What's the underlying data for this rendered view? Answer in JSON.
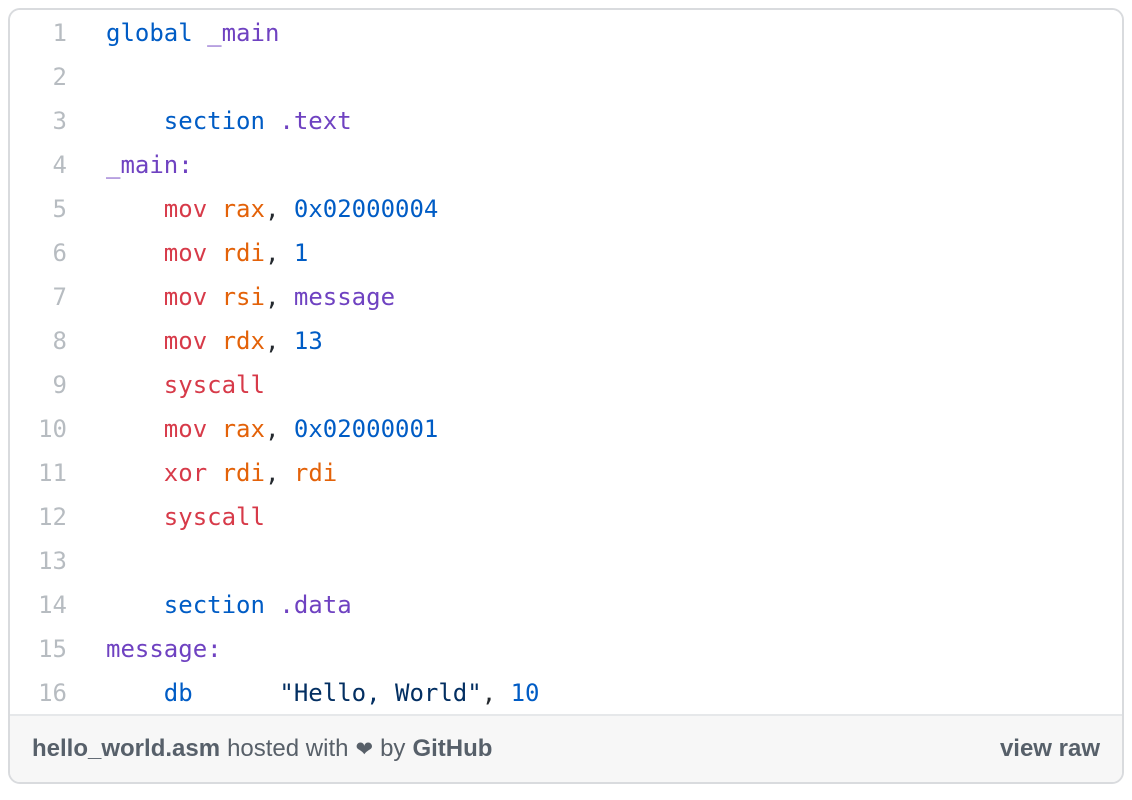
{
  "colors": {
    "keyword_blue": "#005cc5",
    "label_purple": "#6f42c1",
    "instruction_red": "#d73a49",
    "register_orange": "#e36209",
    "string_navy": "#032f62",
    "plain_text": "#24292e",
    "line_number_gray": "#b7bcc1",
    "footer_bg": "#f7f7f7",
    "footer_text": "#586069",
    "footer_link": "#57606a"
  },
  "code": {
    "lines": [
      {
        "number": "1",
        "segments": [
          {
            "text": "global",
            "style": "blue"
          },
          {
            "text": " ",
            "style": "plain"
          },
          {
            "text": "_main",
            "style": "purple"
          }
        ]
      },
      {
        "number": "2",
        "segments": []
      },
      {
        "number": "3",
        "segments": [
          {
            "text": "    ",
            "style": "plain"
          },
          {
            "text": "section",
            "style": "blue"
          },
          {
            "text": " ",
            "style": "plain"
          },
          {
            "text": ".text",
            "style": "purple"
          }
        ]
      },
      {
        "number": "4",
        "segments": [
          {
            "text": "_main:",
            "style": "purple"
          }
        ]
      },
      {
        "number": "5",
        "segments": [
          {
            "text": "    ",
            "style": "plain"
          },
          {
            "text": "mov",
            "style": "red"
          },
          {
            "text": " ",
            "style": "plain"
          },
          {
            "text": "rax",
            "style": "orange"
          },
          {
            "text": ", ",
            "style": "plain"
          },
          {
            "text": "0x02000004",
            "style": "blue"
          }
        ]
      },
      {
        "number": "6",
        "segments": [
          {
            "text": "    ",
            "style": "plain"
          },
          {
            "text": "mov",
            "style": "red"
          },
          {
            "text": " ",
            "style": "plain"
          },
          {
            "text": "rdi",
            "style": "orange"
          },
          {
            "text": ", ",
            "style": "plain"
          },
          {
            "text": "1",
            "style": "blue"
          }
        ]
      },
      {
        "number": "7",
        "segments": [
          {
            "text": "    ",
            "style": "plain"
          },
          {
            "text": "mov",
            "style": "red"
          },
          {
            "text": " ",
            "style": "plain"
          },
          {
            "text": "rsi",
            "style": "orange"
          },
          {
            "text": ", ",
            "style": "plain"
          },
          {
            "text": "message",
            "style": "purple"
          }
        ]
      },
      {
        "number": "8",
        "segments": [
          {
            "text": "    ",
            "style": "plain"
          },
          {
            "text": "mov",
            "style": "red"
          },
          {
            "text": " ",
            "style": "plain"
          },
          {
            "text": "rdx",
            "style": "orange"
          },
          {
            "text": ", ",
            "style": "plain"
          },
          {
            "text": "13",
            "style": "blue"
          }
        ]
      },
      {
        "number": "9",
        "segments": [
          {
            "text": "    ",
            "style": "plain"
          },
          {
            "text": "syscall",
            "style": "red"
          }
        ]
      },
      {
        "number": "10",
        "segments": [
          {
            "text": "    ",
            "style": "plain"
          },
          {
            "text": "mov",
            "style": "red"
          },
          {
            "text": " ",
            "style": "plain"
          },
          {
            "text": "rax",
            "style": "orange"
          },
          {
            "text": ", ",
            "style": "plain"
          },
          {
            "text": "0x02000001",
            "style": "blue"
          }
        ]
      },
      {
        "number": "11",
        "segments": [
          {
            "text": "    ",
            "style": "plain"
          },
          {
            "text": "xor",
            "style": "red"
          },
          {
            "text": " ",
            "style": "plain"
          },
          {
            "text": "rdi",
            "style": "orange"
          },
          {
            "text": ", ",
            "style": "plain"
          },
          {
            "text": "rdi",
            "style": "orange"
          }
        ]
      },
      {
        "number": "12",
        "segments": [
          {
            "text": "    ",
            "style": "plain"
          },
          {
            "text": "syscall",
            "style": "red"
          }
        ]
      },
      {
        "number": "13",
        "segments": []
      },
      {
        "number": "14",
        "segments": [
          {
            "text": "    ",
            "style": "plain"
          },
          {
            "text": "section",
            "style": "blue"
          },
          {
            "text": " ",
            "style": "plain"
          },
          {
            "text": ".data",
            "style": "purple"
          }
        ]
      },
      {
        "number": "15",
        "segments": [
          {
            "text": "message:",
            "style": "purple"
          }
        ]
      },
      {
        "number": "16",
        "segments": [
          {
            "text": "    ",
            "style": "plain"
          },
          {
            "text": "db",
            "style": "blue"
          },
          {
            "text": "      ",
            "style": "plain"
          },
          {
            "text": "\"Hello, World\"",
            "style": "navy"
          },
          {
            "text": ", ",
            "style": "plain"
          },
          {
            "text": "10",
            "style": "blue"
          }
        ]
      }
    ]
  },
  "footer": {
    "filename": "hello_world.asm",
    "hosted_text": "hosted with",
    "heart_icon": "❤",
    "by_text": "by",
    "brand": "GitHub",
    "view_raw_label": "view raw"
  }
}
